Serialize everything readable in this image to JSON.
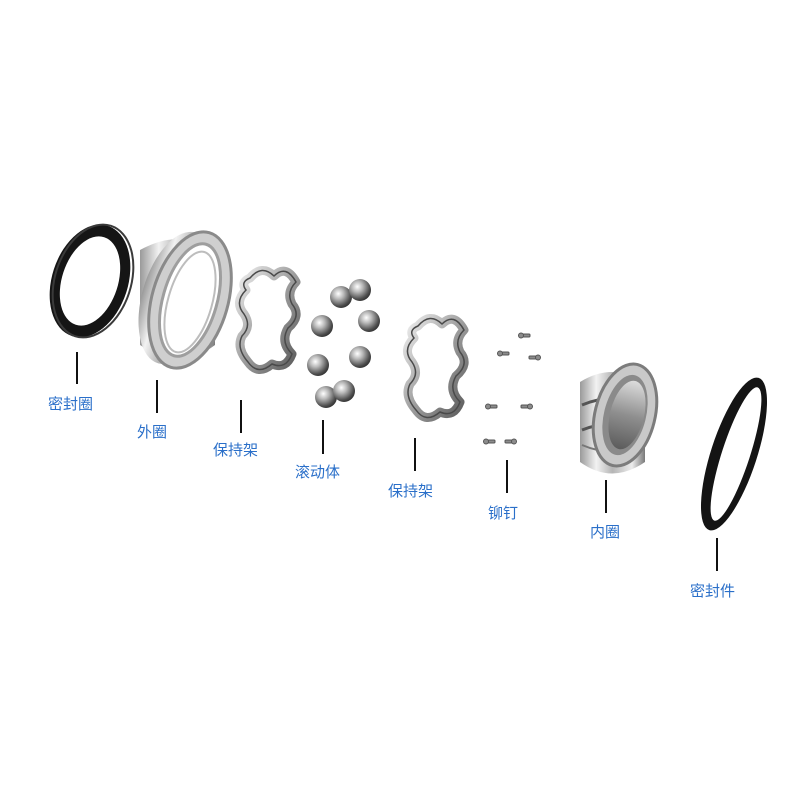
{
  "labels": {
    "seal_ring": "密封圈",
    "outer_ring": "外圈",
    "cage_left": "保持架",
    "rolling_elements": "滚动体",
    "cage_right": "保持架",
    "rivets": "铆钉",
    "inner_ring": "内圈",
    "seal": "密封件"
  },
  "colors": {
    "label_text": "#2a6fc9",
    "leader_line": "#111111",
    "seal_black": "#1a1a1a",
    "steel_light": "#e9e9e9",
    "steel_dark": "#6e6e6e"
  }
}
